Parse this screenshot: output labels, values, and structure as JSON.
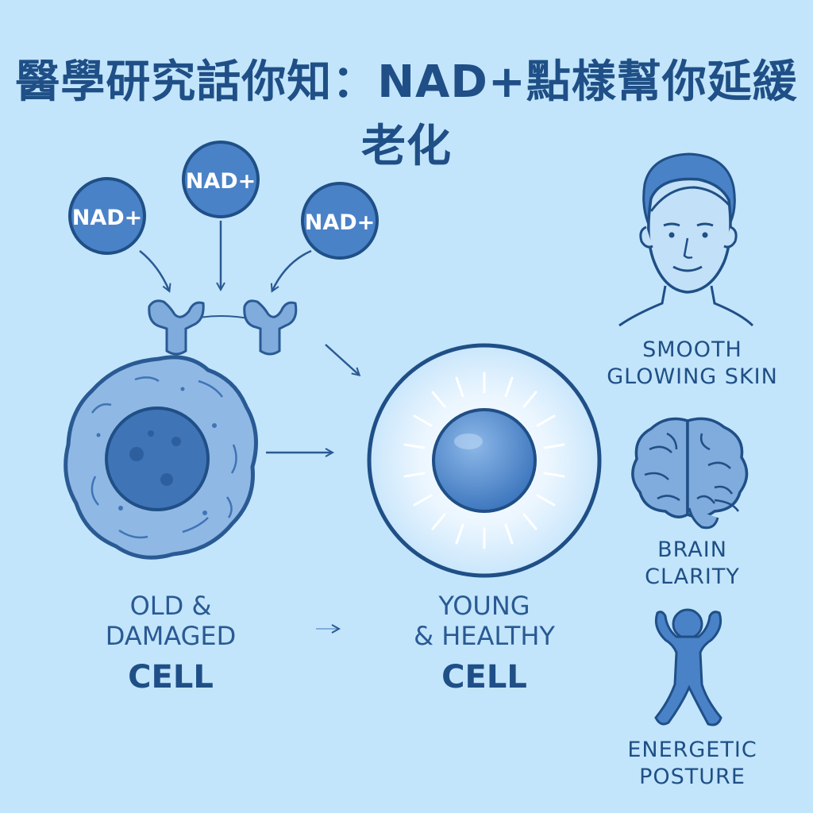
{
  "title": "醫學研究話你知：NAD+點樣幫你延緩老化",
  "molecules": [
    {
      "label": "NAD+"
    },
    {
      "label": "NAD+"
    },
    {
      "label": "NAD+"
    }
  ],
  "old_cell": {
    "line1": "OLD &",
    "line2": "DAMAGED",
    "line3": "CELL"
  },
  "young_cell": {
    "line1": "YOUNG",
    "line2": "& HEALTHY",
    "line3": "CELL"
  },
  "benefits": [
    {
      "icon": "face-icon",
      "line1": "SMOOTH",
      "line2": "GLOWING SKIN"
    },
    {
      "icon": "brain-icon",
      "line1": "BRAIN",
      "line2": "CLARITY"
    },
    {
      "icon": "figure-icon",
      "line1": "ENERGETIC",
      "line2": "POSTURE"
    }
  ],
  "colors": {
    "background": "#c2e5fb",
    "dark_blue": "#1f4f86",
    "mid_blue": "#4a82c8",
    "light_blue": "#8fb8e4"
  }
}
